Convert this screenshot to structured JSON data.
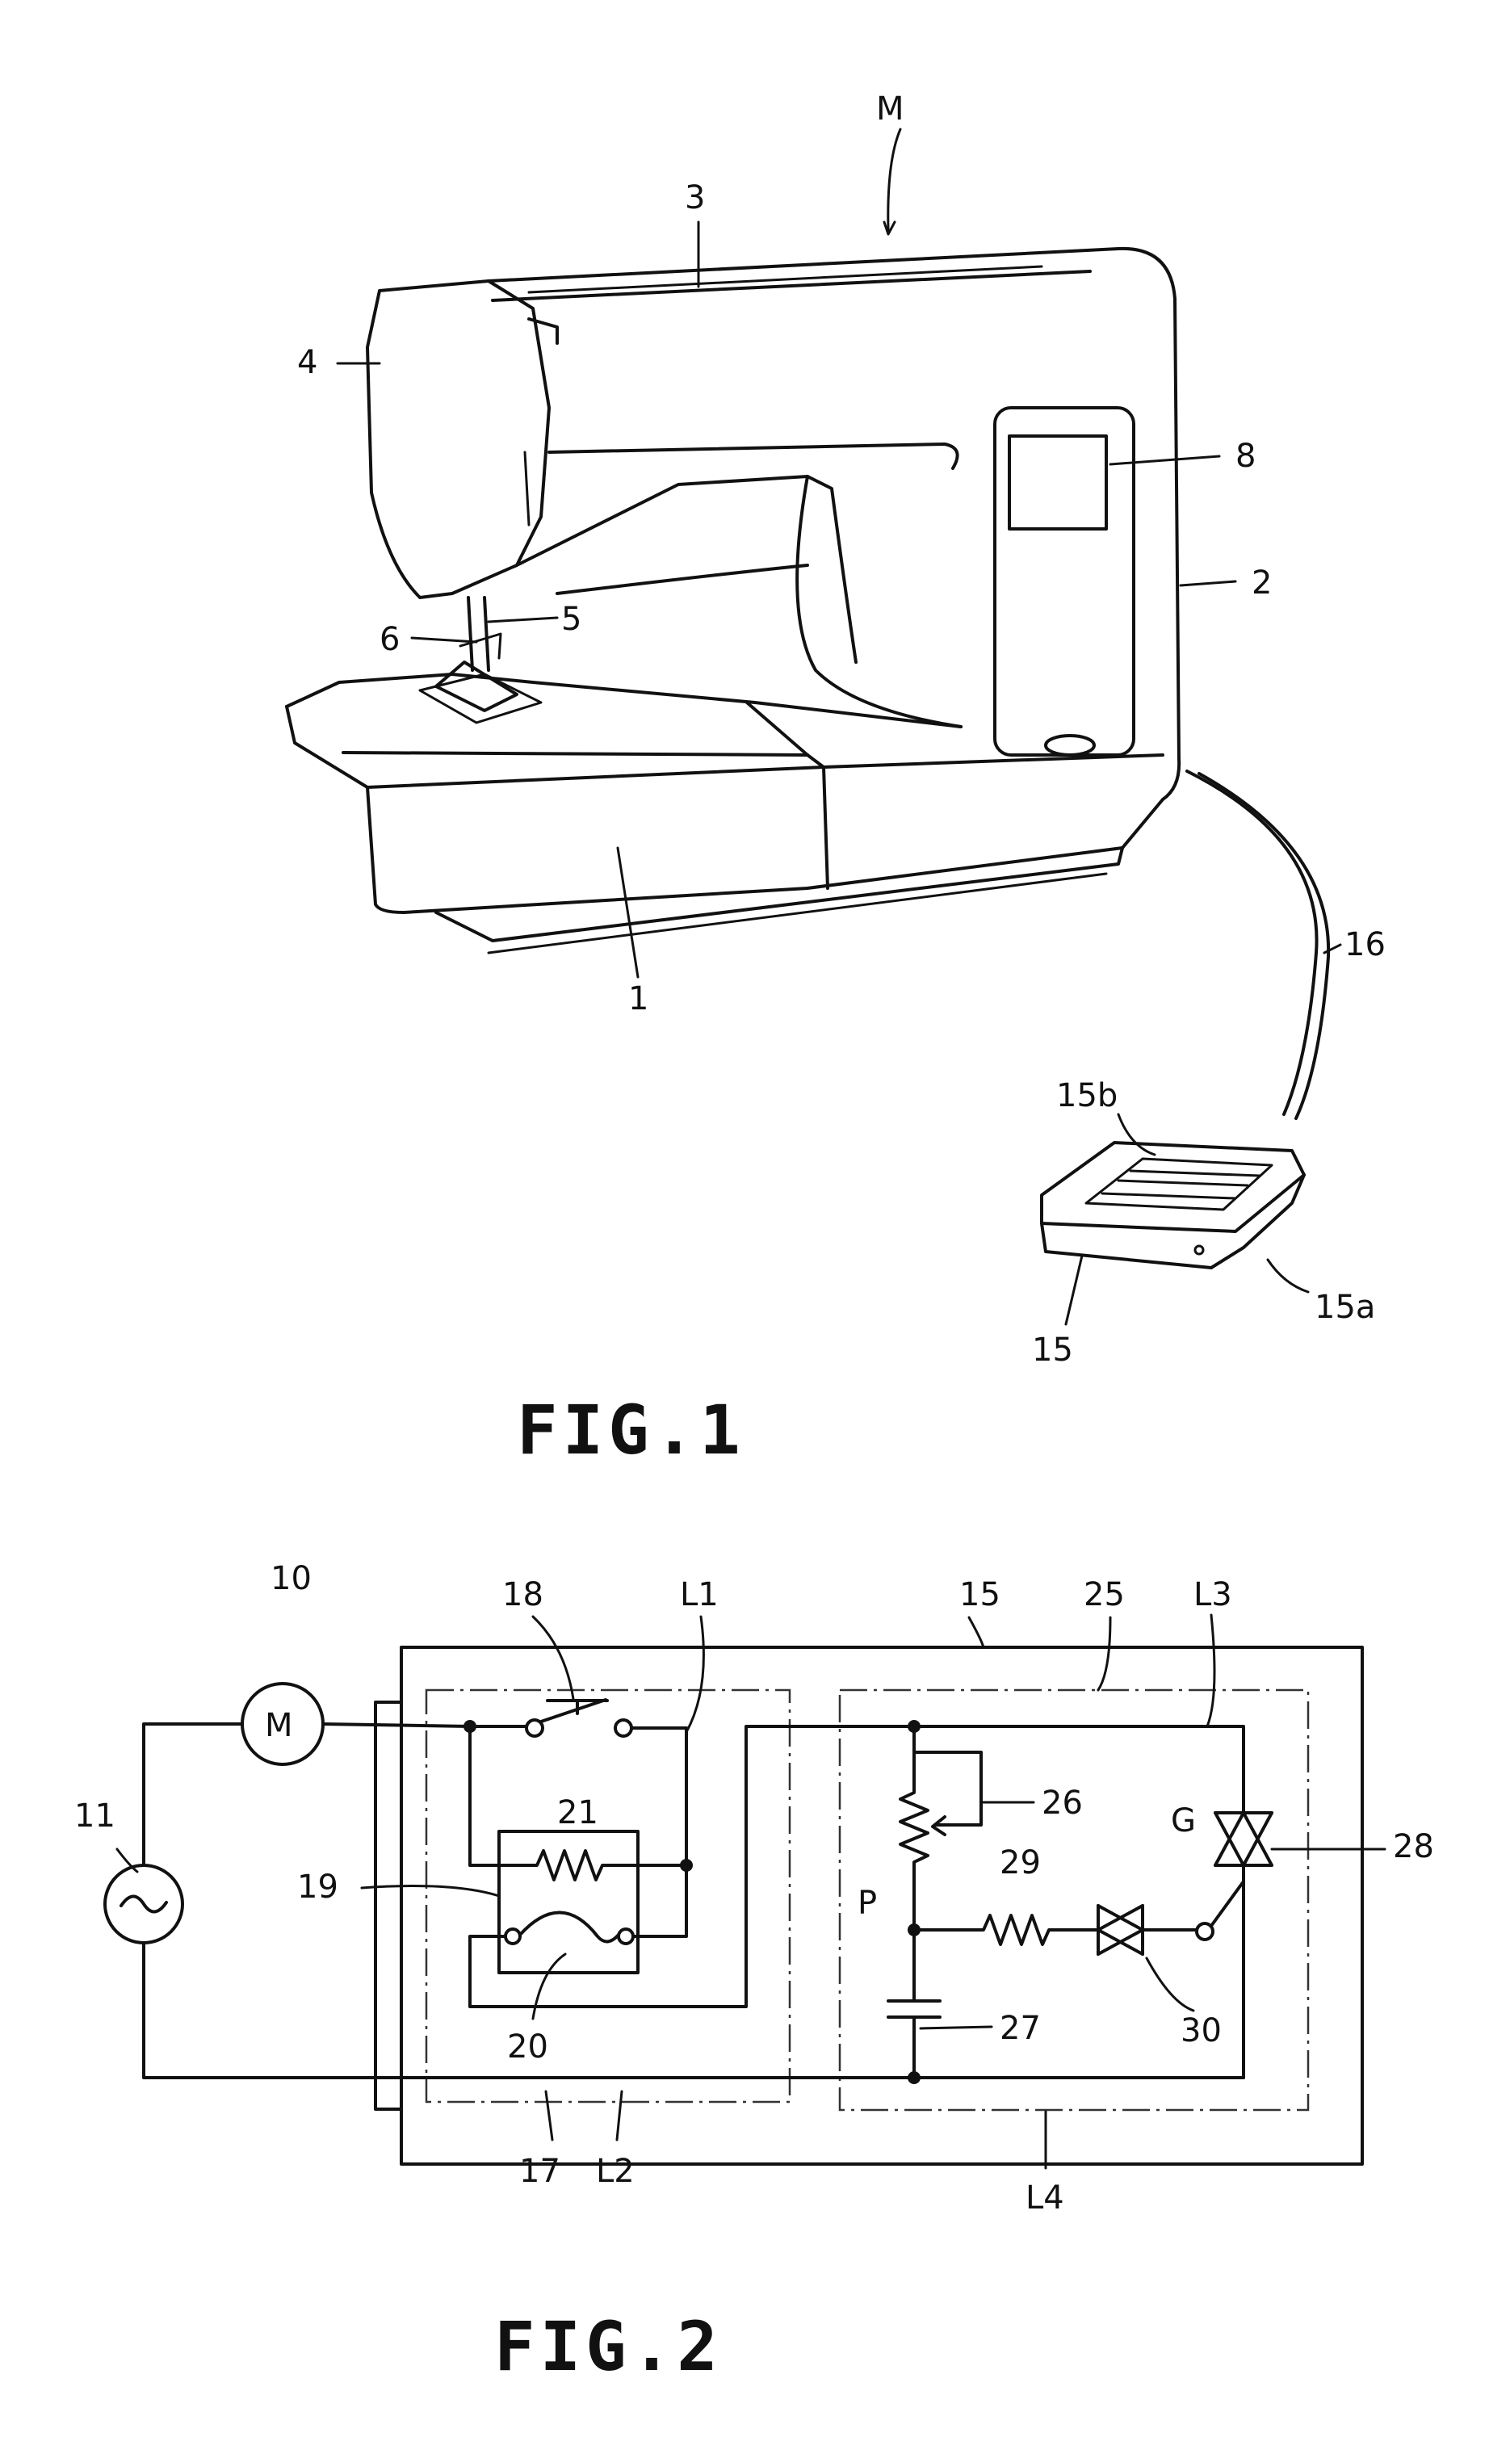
{
  "figures": {
    "fig1": {
      "caption": "FIG.1",
      "refs": {
        "m": "M",
        "r3": "3",
        "r4": "4",
        "r8": "8",
        "r2": "2",
        "r5": "5",
        "r6": "6",
        "r1": "1",
        "r16": "16",
        "r15b": "15b",
        "r15": "15",
        "r15a": "15a"
      }
    },
    "fig2": {
      "caption": "FIG.2",
      "motor_symbol": "M",
      "refs": {
        "r10": "10",
        "r18": "18",
        "l1": "L1",
        "r15": "15",
        "r25": "25",
        "l3": "L3",
        "r11": "11",
        "r21": "21",
        "r26": "26",
        "g": "G",
        "r28": "28",
        "r19": "19",
        "p": "P",
        "r29": "29",
        "r20": "20",
        "r27": "27",
        "r30": "30",
        "r17": "17",
        "l2": "L2",
        "l4": "L4"
      }
    }
  }
}
